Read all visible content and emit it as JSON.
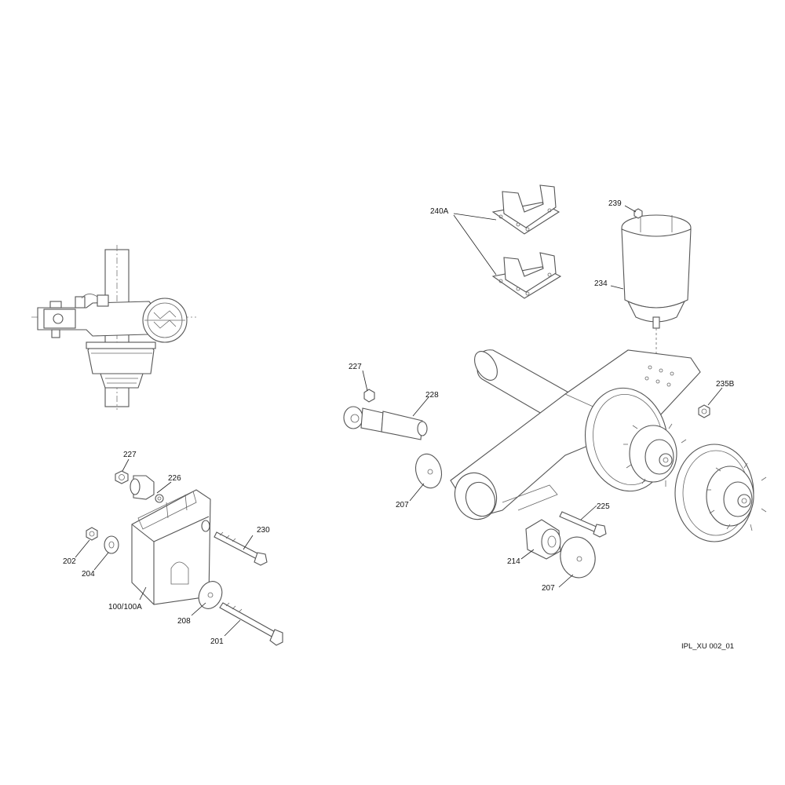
{
  "callouts": {
    "c227_left": "227",
    "c226": "226",
    "c202": "202",
    "c204": "204",
    "c230": "230",
    "c100": "100/100A",
    "c208": "208",
    "c201": "201",
    "c240a": "240A",
    "c239": "239",
    "c234": "234",
    "c227_right": "227",
    "c228": "228",
    "c235b": "235B",
    "c207_left": "207",
    "c225": "225",
    "c214": "214",
    "c207_right": "207"
  },
  "drawing_ref": "IPL_XU 002_01"
}
